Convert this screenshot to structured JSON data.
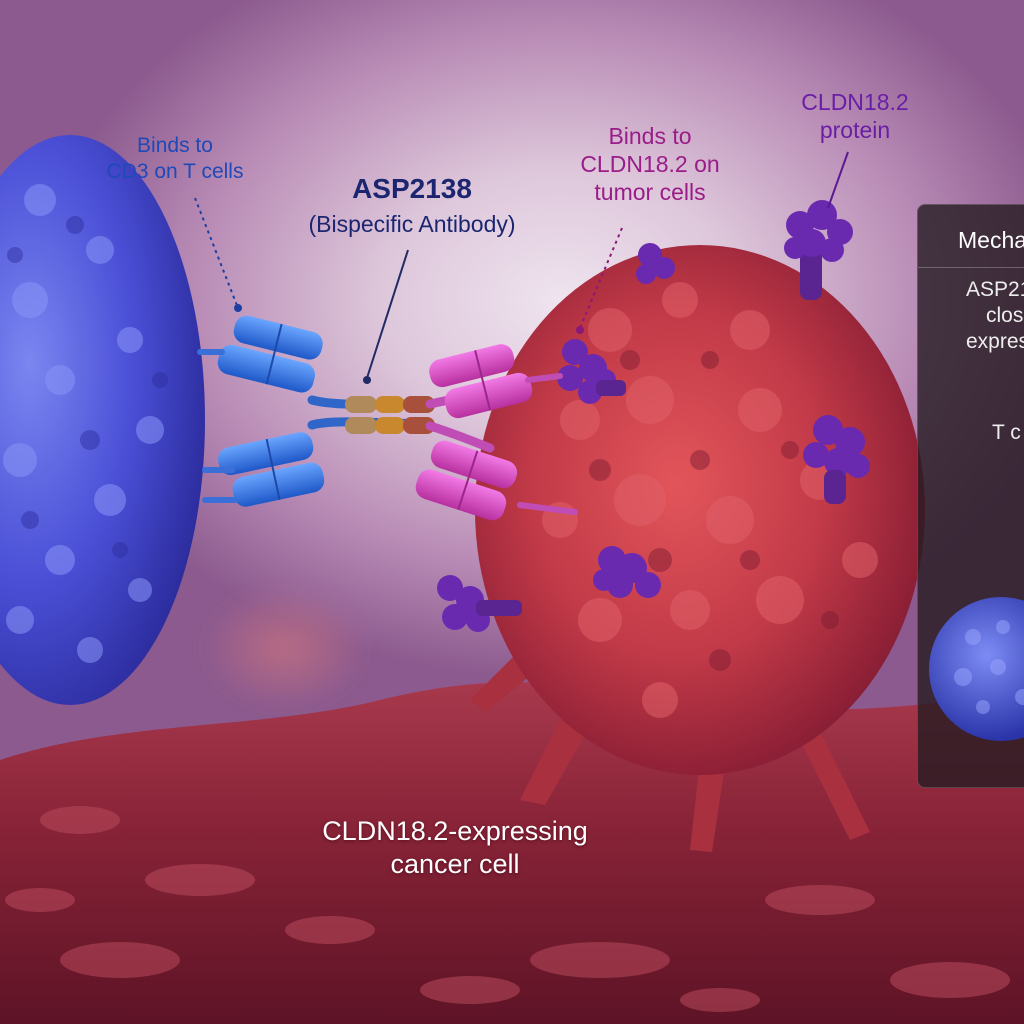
{
  "labels": {
    "cd3": [
      "Binds to",
      "CD3 on T cells"
    ],
    "antibody_name": "ASP2138",
    "antibody_type": "(Bispecific Antibody)",
    "cldn_binding": [
      "Binds to",
      "CLDN18.2 on",
      "tumor cells"
    ],
    "protein": [
      "CLDN18.2",
      "protein"
    ],
    "cancer_cell": [
      "CLDN18.2-expressing",
      "cancer cell"
    ]
  },
  "panel": {
    "title": "Mecha",
    "body": [
      "ASP21",
      "clos",
      "expres"
    ],
    "tcell": "T c"
  },
  "colors": {
    "t_cell": "#4a4fd6",
    "cancer_cell": "#c23a48",
    "cldn_protein": "#6a2ab0",
    "cd3_arm": "#2f74e0",
    "cldn_arm": "#d84ccf",
    "cd3_text": "#1f49b8",
    "cldn_text": "#9a1c88"
  }
}
